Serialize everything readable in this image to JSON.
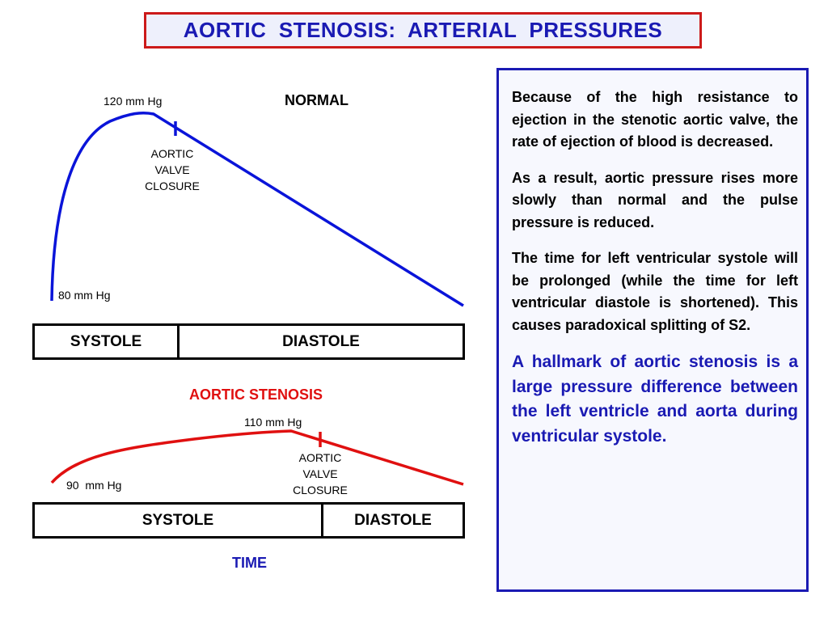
{
  "title": "AORTIC  STENOSIS:  ARTERIAL  PRESSURES",
  "normal": {
    "heading": "NORMAL",
    "peak_label": "120 mm Hg",
    "base_label": "80 mm Hg",
    "valve_label": [
      "AORTIC",
      "VALVE",
      "CLOSURE"
    ],
    "phases": [
      "SYSTOLE",
      "DIASTOLE"
    ],
    "curve_color": "#0a14d9"
  },
  "stenosis": {
    "heading": "AORTIC  STENOSIS",
    "peak_label": "110 mm Hg",
    "base_label": "90  mm Hg",
    "valve_label": [
      "AORTIC",
      "VALVE",
      "CLOSURE"
    ],
    "phases": [
      "SYSTOLE",
      "DIASTOLE"
    ],
    "curve_color": "#e01010"
  },
  "time_label": "TIME",
  "panel": {
    "paragraphs": [
      "Because of the high resistance to ejection in the stenotic aortic valve, the rate of ejection of blood is decreased.",
      "As a result, aortic pressure rises more slowly than normal and the pulse pressure is reduced.",
      "The time for left ventricular systole will be prolonged (while the time for left ventricular diastole is shortened).  This causes paradoxical splitting of S2."
    ],
    "highlight": "A hallmark of aortic stenosis is a large pressure difference between the left ventricle and aorta during ventricular systole."
  },
  "colors": {
    "title_border": "#cc1a1a",
    "title_text": "#1a1ab3",
    "panel_border": "#1a1ab3",
    "stenosis_text": "#e01010",
    "time_text": "#1a1ab3"
  }
}
